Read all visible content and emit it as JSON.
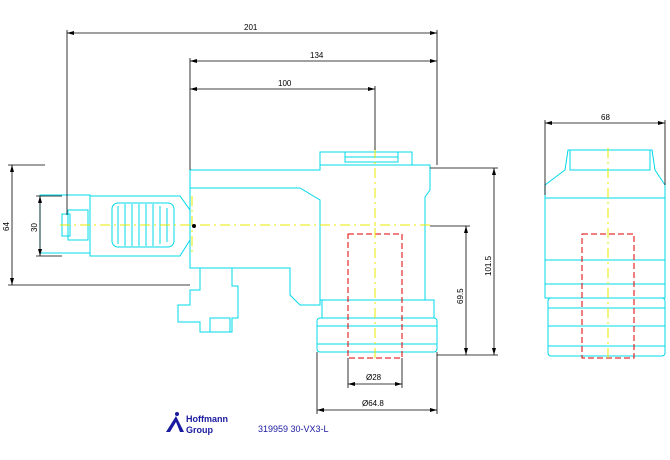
{
  "dimensions": {
    "overall_length": "201",
    "length_134": "134",
    "length_100": "100",
    "height_64": "64",
    "height_30": "30",
    "height_101_5": "101.5",
    "height_69_5": "69.5",
    "width_68": "68",
    "dia_28": "Ø28",
    "dia_64_8": "Ø64.8"
  },
  "title_block": {
    "logo_line1": "Hoffmann",
    "logo_line2": "Group",
    "part_number": "319959 30-VX3-L"
  },
  "colors": {
    "part_outline": "#00d8e8",
    "dimension": "#000000",
    "centerline": "#e8e800",
    "hidden": "#e00000",
    "logo": "#1a1aa0"
  }
}
